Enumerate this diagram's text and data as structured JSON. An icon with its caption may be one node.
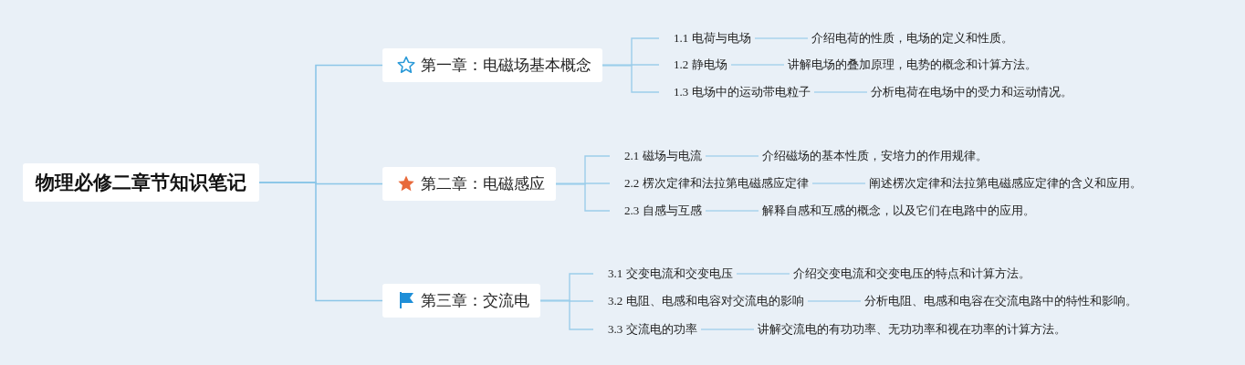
{
  "diagram": {
    "nodes": [
      {
        "text": [
          "物理必修二章节知识笔记"
        ]
      },
      {
        "text": [
          "第一章：电磁场基本概念"
        ]
      },
      {
        "text": [
          "1.1 电荷与电场"
        ]
      },
      {
        "text": [
          "介绍电荷的性质，电场的定义和性质。"
        ]
      },
      {
        "text": [
          "1.2 静电场"
        ]
      },
      {
        "text": [
          "讲解电场的叠加原理，电势的概念和计算方法。"
        ]
      },
      {
        "text": [
          "1.3 电场中的运动带电粒子"
        ]
      },
      {
        "text": [
          "分析电荷在电场中的受力和运动情况。"
        ]
      },
      {
        "text": [
          "第二章：电磁感应"
        ]
      },
      {
        "text": [
          "2.1 磁场与电流"
        ]
      },
      {
        "text": [
          "介绍磁场的基本性质，安培力的作用规律。"
        ]
      },
      {
        "text": [
          "2.2 楞次定律和法拉第电磁感应定律"
        ]
      },
      {
        "text": [
          "阐述楞次定律和法拉第电磁感应定律的含义和应用。"
        ]
      },
      {
        "text": [
          "2.3 自感与互感"
        ]
      },
      {
        "text": [
          "解释自感和互感的概念，以及它们在电路中的应用。"
        ]
      },
      {
        "text": [
          "第三章：交流电"
        ]
      },
      {
        "text": [
          "3.1 交变电流和交变电压"
        ]
      },
      {
        "text": [
          "介绍交变电流和交变电压的特点和计算方法。"
        ]
      },
      {
        "text": [
          "3.2 电阻、电感和电容对交流电的影响"
        ]
      },
      {
        "text": [
          "分析电阻、电感和电容在交流电路中的特性和影响。"
        ]
      },
      {
        "text": [
          "3.3 交流电的功率"
        ]
      },
      {
        "text": [
          "讲解交流电的有功功率、无功功率和视在功率的计算方法。"
        ]
      }
    ],
    "edges": [
      {
        "from": 0,
        "to": 1,
        "arrow": "none"
      },
      {
        "from": 0,
        "to": 8,
        "arrow": "none"
      },
      {
        "from": 0,
        "to": 15,
        "arrow": "none"
      },
      {
        "from": 1,
        "to": 2,
        "arrow": "none"
      },
      {
        "from": 1,
        "to": 4,
        "arrow": "none"
      },
      {
        "from": 1,
        "to": 6,
        "arrow": "none"
      },
      {
        "from": 2,
        "to": 3,
        "arrow": "none"
      },
      {
        "from": 4,
        "to": 5,
        "arrow": "none"
      },
      {
        "from": 6,
        "to": 7,
        "arrow": "none"
      },
      {
        "from": 8,
        "to": 9,
        "arrow": "none"
      },
      {
        "from": 8,
        "to": 11,
        "arrow": "none"
      },
      {
        "from": 8,
        "to": 13,
        "arrow": "none"
      },
      {
        "from": 9,
        "to": 10,
        "arrow": "none"
      },
      {
        "from": 11,
        "to": 12,
        "arrow": "none"
      },
      {
        "from": 13,
        "to": 14,
        "arrow": "none"
      },
      {
        "from": 15,
        "to": 16,
        "arrow": "none"
      },
      {
        "from": 15,
        "to": 18,
        "arrow": "none"
      },
      {
        "from": 15,
        "to": 20,
        "arrow": "none"
      },
      {
        "from": 16,
        "to": 17,
        "arrow": "none"
      },
      {
        "from": 18,
        "to": 19,
        "arrow": "none"
      },
      {
        "from": 20,
        "to": 21,
        "arrow": "none"
      }
    ]
  }
}
